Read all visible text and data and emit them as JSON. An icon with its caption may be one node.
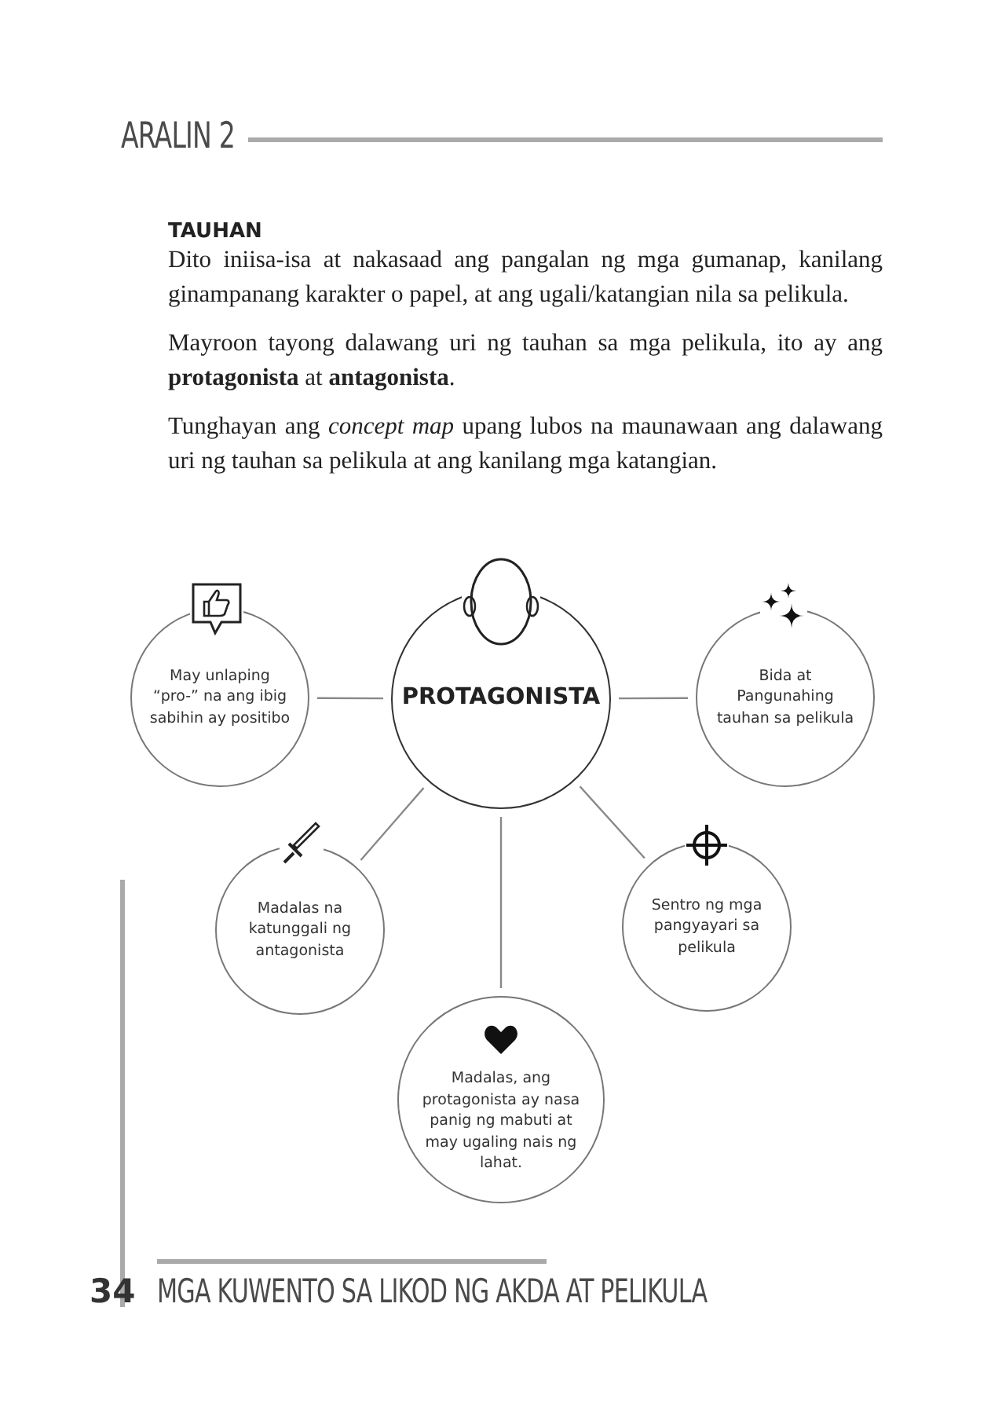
{
  "diagram": {
    "nodes": [
      {
        "text": [
          "PROTAGONISTA"
        ]
      },
      {
        "text": [
          "May unlaping “pro-” na ang ibig sabihin ay positibo"
        ]
      },
      {
        "text": [
          "Bida at Pangunahing tauhan sa pelikula"
        ]
      },
      {
        "text": [
          "Madalas na katunggali ng antagonista"
        ]
      },
      {
        "text": [
          "Sentro ng mga pangyayari sa pelikula"
        ]
      },
      {
        "text": [
          "Madalas, ang protagonista ay nasa panig ng mabuti at may ugaling nais ng lahat."
        ]
      }
    ],
    "edges": [
      {
        "from": 0,
        "to": 1,
        "arrow": "none"
      },
      {
        "from": 0,
        "to": 2,
        "arrow": "none"
      },
      {
        "from": 0,
        "to": 3,
        "arrow": "none"
      },
      {
        "from": 0,
        "to": 4,
        "arrow": "none"
      },
      {
        "from": 0,
        "to": 5,
        "arrow": "none"
      }
    ],
    "labels": [
      "ARALIN 2",
      "TAUHAN",
      "Dito iniisa-isa at nakasaad ang pangalan ng mga gumanap, kanilang ginampanang karakter o papel, at ang ugali/katangian nila sa pelikula.",
      "Mayroon tayong dalawang uri ng tauhan sa mga pelikula, ito ay ang **protagonista** at **antagonista**.",
      "Tunghayan ang *concept map* upang lubos na maunawaan ang dalawang uri ng tauhan sa pelikula at ang kanilang mga katangian.",
      "34",
      "MGA KUWENTO SA LIKOD NG AKDA AT PELIKULA"
    ]
  }
}
